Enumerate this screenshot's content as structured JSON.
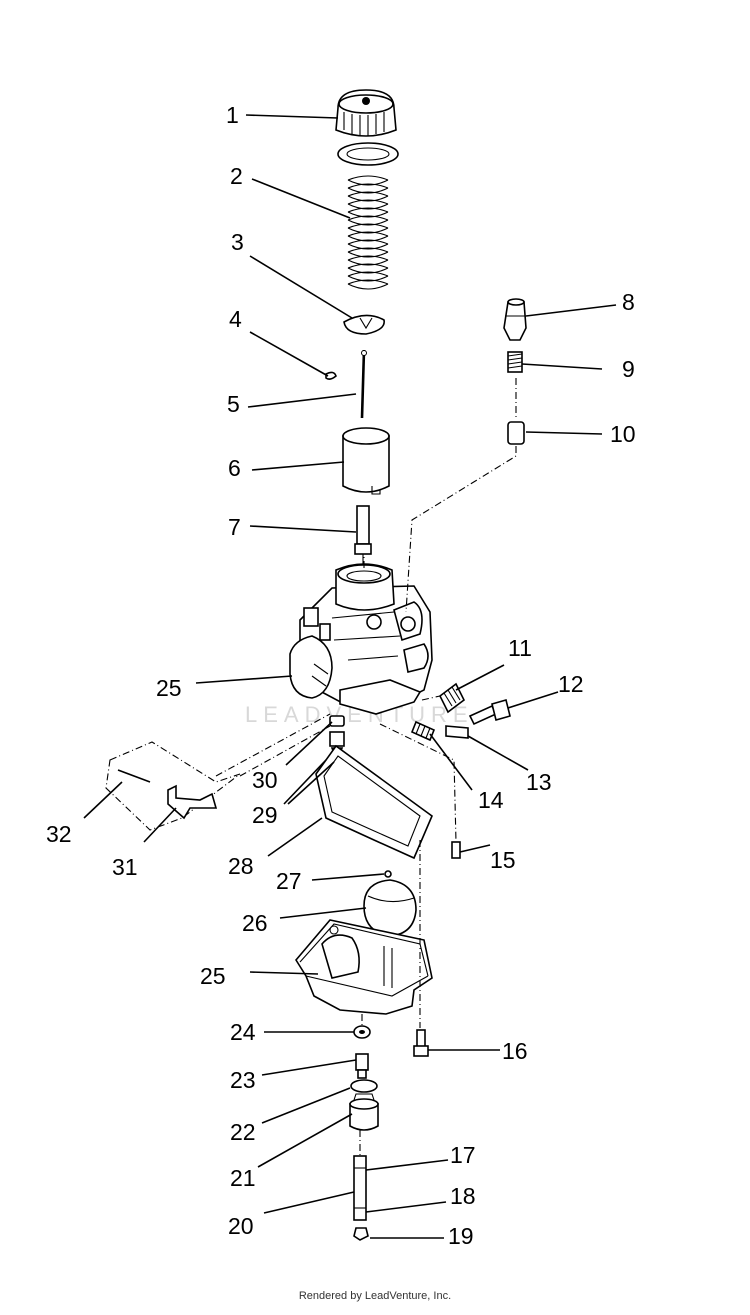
{
  "callouts": [
    {
      "id": "c1",
      "text": "1"
    },
    {
      "id": "c2",
      "text": "2"
    },
    {
      "id": "c3",
      "text": "3"
    },
    {
      "id": "c4",
      "text": "4"
    },
    {
      "id": "c5",
      "text": "5"
    },
    {
      "id": "c6",
      "text": "6"
    },
    {
      "id": "c7",
      "text": "7"
    },
    {
      "id": "c8",
      "text": "8"
    },
    {
      "id": "c9",
      "text": "9"
    },
    {
      "id": "c10",
      "text": "10"
    },
    {
      "id": "c11",
      "text": "11"
    },
    {
      "id": "c12",
      "text": "12"
    },
    {
      "id": "c13",
      "text": "13"
    },
    {
      "id": "c14",
      "text": "14"
    },
    {
      "id": "c15",
      "text": "15"
    },
    {
      "id": "c16",
      "text": "16"
    },
    {
      "id": "c17",
      "text": "17"
    },
    {
      "id": "c18",
      "text": "18"
    },
    {
      "id": "c19",
      "text": "19"
    },
    {
      "id": "c20",
      "text": "20"
    },
    {
      "id": "c21",
      "text": "21"
    },
    {
      "id": "c22",
      "text": "22"
    },
    {
      "id": "c23",
      "text": "23"
    },
    {
      "id": "c24",
      "text": "24"
    },
    {
      "id": "c25a",
      "text": "25"
    },
    {
      "id": "c25b",
      "text": "25"
    },
    {
      "id": "c26",
      "text": "26"
    },
    {
      "id": "c27",
      "text": "27"
    },
    {
      "id": "c28",
      "text": "28"
    },
    {
      "id": "c29",
      "text": "29"
    },
    {
      "id": "c30",
      "text": "30"
    },
    {
      "id": "c31",
      "text": "31"
    },
    {
      "id": "c32",
      "text": "32"
    }
  ],
  "watermark": "LEADVENTURE",
  "footer": "Rendered by LeadVenture, Inc."
}
